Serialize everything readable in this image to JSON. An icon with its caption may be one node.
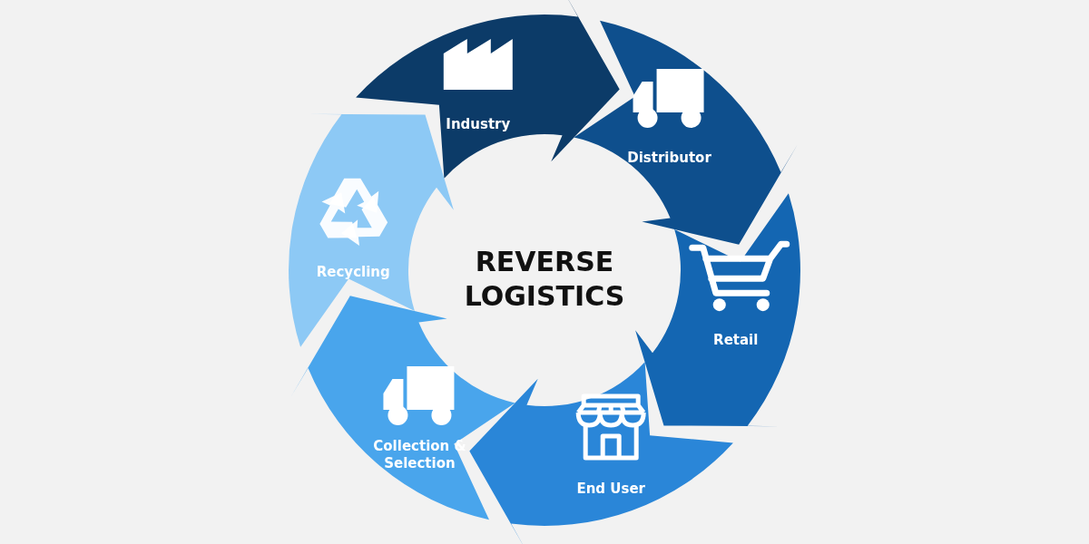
{
  "diagram": {
    "title": "REVERSE LOGISTICS",
    "nodes": [
      {
        "text": [
          "Industry"
        ]
      },
      {
        "text": [
          "Distributor"
        ]
      },
      {
        "text": [
          "Retail"
        ]
      },
      {
        "text": [
          "End User"
        ]
      },
      {
        "text": [
          "Collection & Selection"
        ]
      },
      {
        "text": [
          "Recycling"
        ]
      }
    ]
  }
}
